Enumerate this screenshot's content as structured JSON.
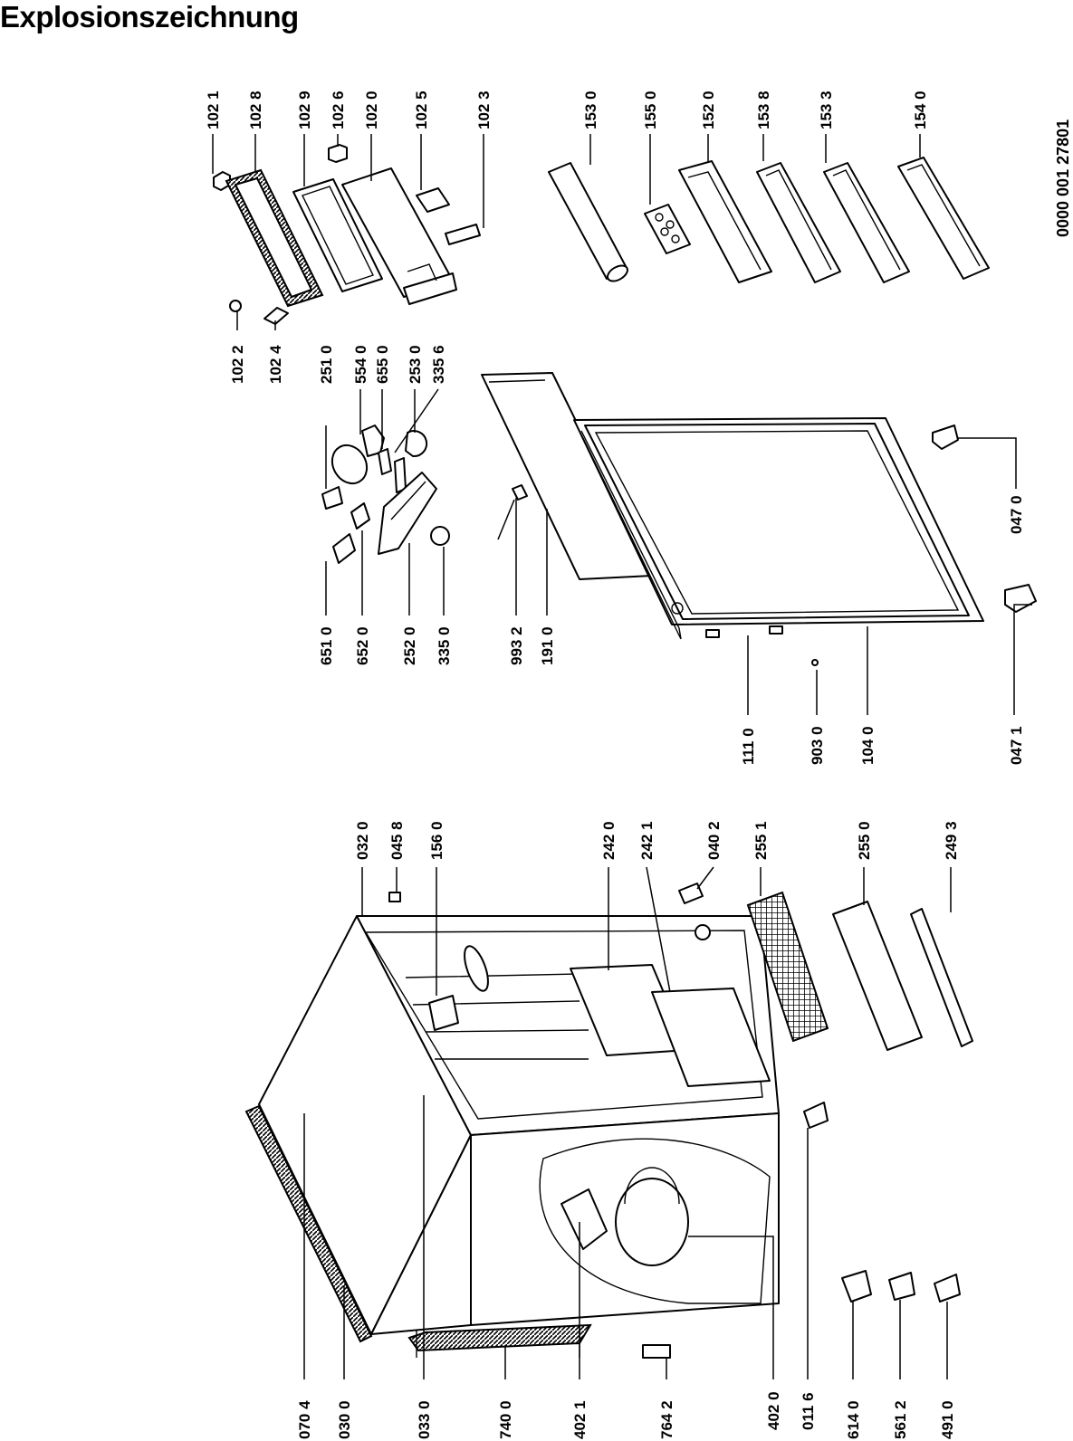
{
  "title": "Explosionszeichnung",
  "document_number": "0000 001 27801",
  "parts": {
    "p1021": "102 1",
    "p1028": "102 8",
    "p1029": "102 9",
    "p1026": "102 6",
    "p1020": "102 0",
    "p1025": "102 5",
    "p1023": "102 3",
    "p1530": "153 0",
    "p1550": "155 0",
    "p1520": "152 0",
    "p1538": "153 8",
    "p1533": "153 3",
    "p1540": "154 0",
    "p1022": "102 2",
    "p1024": "102 4",
    "p2510": "251 0",
    "p5540": "554 0",
    "p6550": "655 0",
    "p2530": "253 0",
    "p3356": "335 6",
    "p6510": "651 0",
    "p6520": "652 0",
    "p2520": "252 0",
    "p3350": "335 0",
    "p9932": "993 2",
    "p1910": "191 0",
    "p1110": "111 0",
    "p9030": "903 0",
    "p1040": "104 0",
    "p0471": "047 1",
    "p0470": "047 0",
    "p0320": "032 0",
    "p0458": "045 8",
    "p1560": "156 0",
    "p2420": "242 0",
    "p2421": "242 1",
    "p0402": "040 2",
    "p2551": "255 1",
    "p2550": "255 0",
    "p2493": "249 3",
    "p4020": "402 0",
    "p0116": "011 6",
    "p0704": "070 4",
    "p0300": "030 0",
    "p0330": "033 0",
    "p7400": "740 0",
    "p4021": "402 1",
    "p7642": "764 2",
    "p6140": "614 0",
    "p5612": "561 2",
    "p4910": "491 0"
  }
}
